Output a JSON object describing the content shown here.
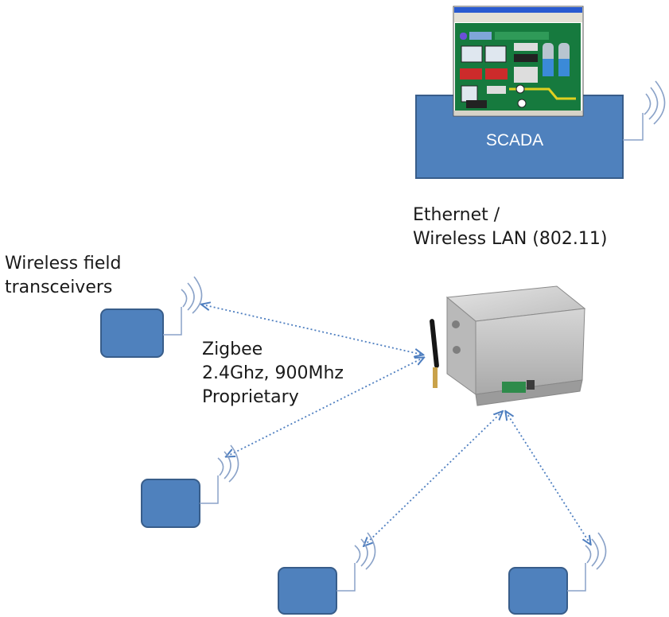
{
  "scada": {
    "label": "SCADA"
  },
  "network_label": {
    "line1": "Ethernet /",
    "line2": "Wireless LAN (802.11)"
  },
  "field_label": {
    "line1": "Wireless field",
    "line2": "transceivers"
  },
  "radio_label": {
    "line1": "Zigbee",
    "line2": "2.4Ghz, 900Mhz",
    "line3": "Proprietary"
  },
  "colors": {
    "box_fill": "#4f81bd",
    "box_stroke": "#385d8a",
    "link_dots": "#4f7fc0",
    "wave": "#8aa2c8"
  },
  "icons": [
    "wireless-waves-icon",
    "gateway-device-icon",
    "scada-screen-icon"
  ]
}
